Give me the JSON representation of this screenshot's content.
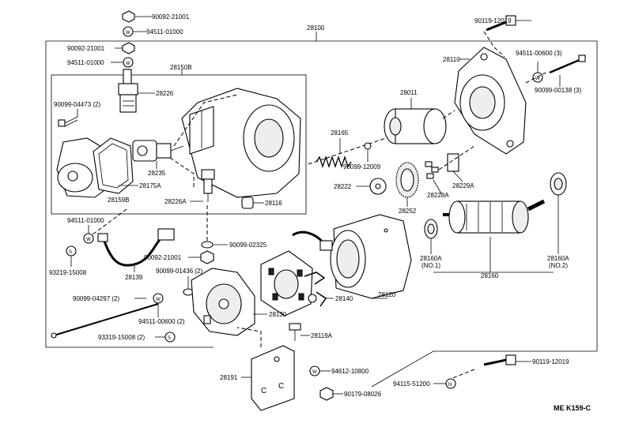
{
  "diagram": {
    "code": "ME K159-C",
    "labels": {
      "p28100": "28100",
      "p28150B": "28150B",
      "p90092_21001_top": "90092-21001",
      "p94511_01000_top": "94511-01000",
      "p90092_21001_b": "90092-21001",
      "p94511_01000_b": "94511-01000",
      "p28226": "28226",
      "p90099_04473": "90099-04473 (2)",
      "p28235": "28235",
      "p28175A": "28175A",
      "p28159B": "28159B",
      "p28226A": "28226A",
      "p28116": "28116",
      "p90099_02325": "90099-02325",
      "p94511_01000_c": "94511-01000",
      "p93219_15008": "93219-15008",
      "p28139": "28139",
      "p90092_21001_c": "90092-21001",
      "p90099_01436": "90099-01436 (2)",
      "p90099_04297": "90099-04297 (2)",
      "p94511_00600_2": "94511-00600 (2)",
      "p93319_15008": "93319-15008 (2)",
      "p28130": "28130",
      "p28140": "28140",
      "p28119A": "28119A",
      "p28120": "28120",
      "p28191": "28191",
      "p94612_10800": "94612-10800",
      "p90179_08026": "90179-08026",
      "p94115_51200": "94115-51200",
      "p90119_12019_b": "90119-12019",
      "p90119_12019_top": "90119-12019",
      "p28110": "28110",
      "p94511_00600_3": "94511-00600 (3)",
      "p90099_00138": "90099-00138 (3)",
      "p28011": "28011",
      "p28165": "28165",
      "p90099_12009": "90099-12009",
      "p28222": "28222",
      "p28228A": "28228A",
      "p28229A": "28229A",
      "p28252": "28252",
      "p28160A_1": "28160A",
      "p28160A_1b": "(NO.1)",
      "p28160A_2": "28160A",
      "p28160A_2b": "(NO.2)",
      "p28160": "28160"
    }
  }
}
